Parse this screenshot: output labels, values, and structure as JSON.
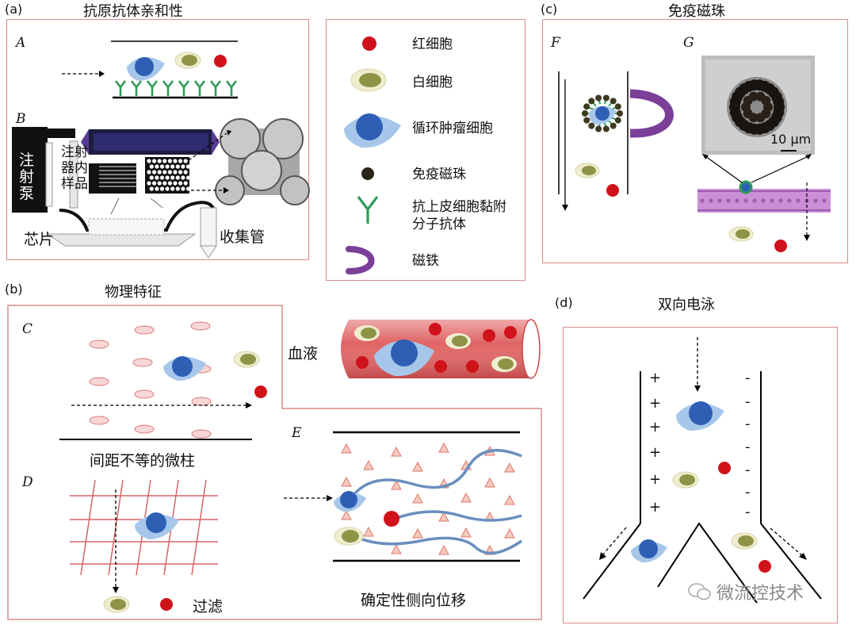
{
  "panels": {
    "a": {
      "label": "(a)",
      "title": "抗原抗体亲和性"
    },
    "b": {
      "label": "(b)",
      "title": "物理特征"
    },
    "c": {
      "label": "(c)",
      "title": "免疫磁珠"
    },
    "d": {
      "label": "(d)",
      "title": "双向电泳"
    }
  },
  "subs": {
    "A": "A",
    "B": "B",
    "C": "C",
    "D": "D",
    "E": "E",
    "F": "F",
    "G": "G"
  },
  "panel_a": {
    "pump": "注射泵",
    "sample": "注射器内样品",
    "chip": "芯片",
    "tube": "收集管"
  },
  "legend": [
    {
      "icon": "red-cell",
      "label": "红细胞"
    },
    {
      "icon": "white-cell",
      "label": "白细胞"
    },
    {
      "icon": "ctc",
      "label": "循环肿瘤细胞"
    },
    {
      "icon": "bead",
      "label": "免疫磁珠"
    },
    {
      "icon": "antibody",
      "label": "抗上皮细胞黏附分子抗体"
    },
    {
      "icon": "magnet",
      "label": "磁铁"
    }
  ],
  "panel_b": {
    "blood": "血液",
    "pillars": "间距不等的微柱",
    "filter": "过滤",
    "dld": "确定性侧向位移"
  },
  "panel_c": {
    "scale": "10 μm"
  },
  "panel_d": {
    "plus": "+",
    "minus": "-"
  },
  "watermark": "微流控技术",
  "colors": {
    "frame": "#d98b8b",
    "ctc_core": "#2f5fb5",
    "ctc_halo": "#9ec2e8",
    "red_cell": "#d0121b",
    "wbc_core": "#8e9346",
    "wbc_halo": "#efedcf",
    "antibody": "#2e8b57",
    "magnet": "#7b3f98"
  }
}
